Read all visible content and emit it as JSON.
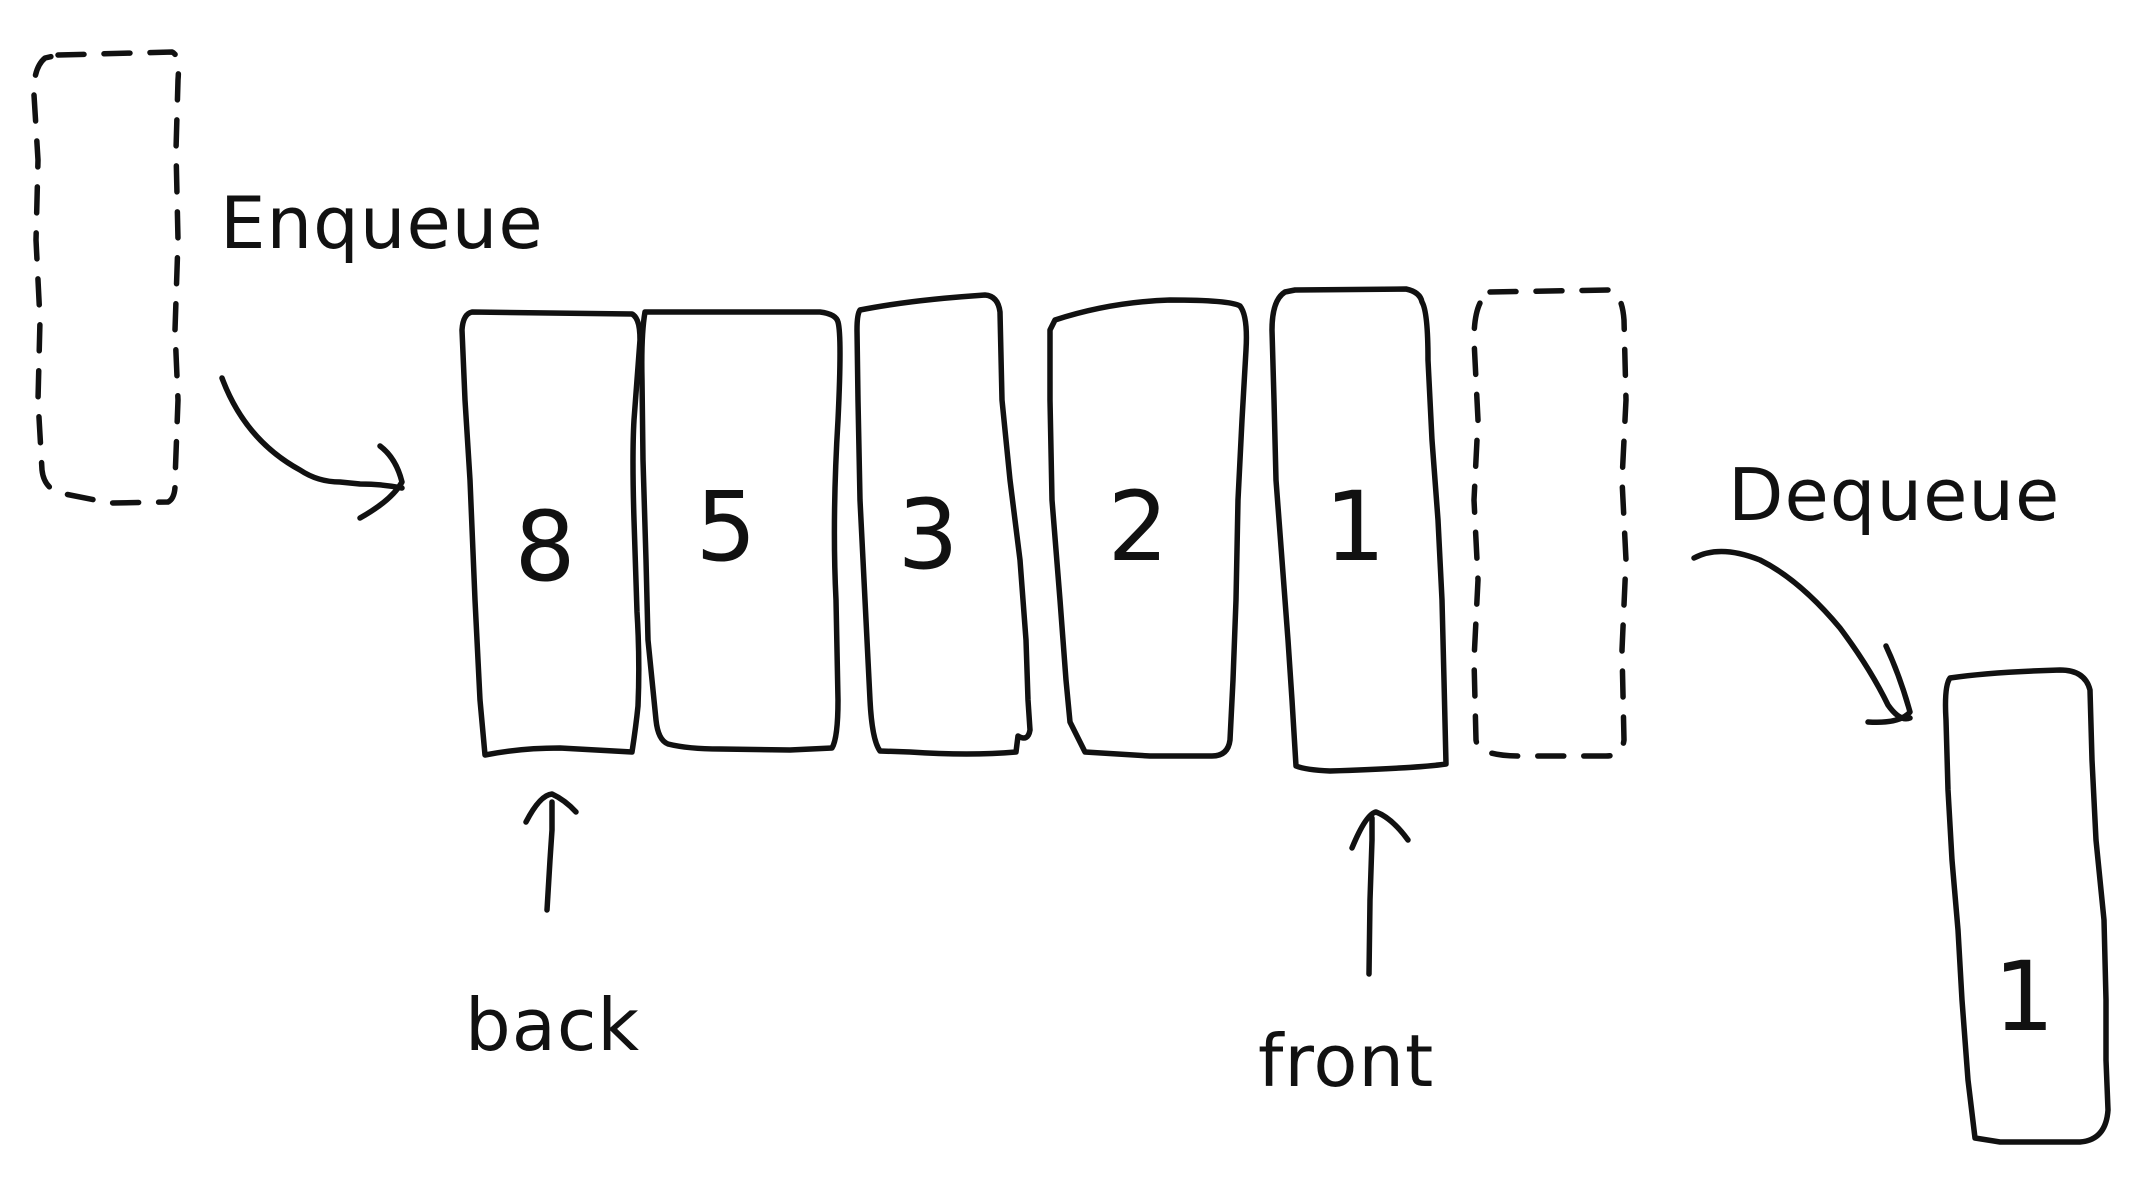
{
  "labels": {
    "enqueue": "Enqueue",
    "dequeue": "Dequeue",
    "back": "back",
    "front": "front"
  },
  "queue": {
    "items": [
      "8",
      "5",
      "3",
      "2",
      "1"
    ]
  },
  "dequeued_item": "1"
}
